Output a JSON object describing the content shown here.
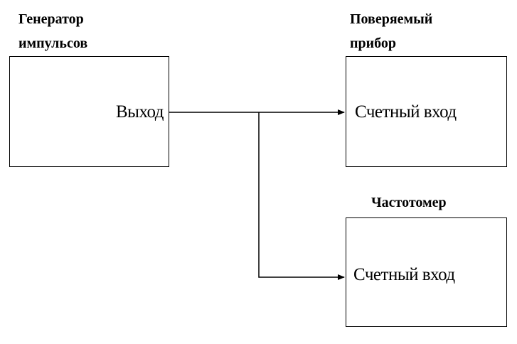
{
  "generator": {
    "title_line1": "Генератор",
    "title_line2": "импульсов",
    "port": "Выход"
  },
  "device": {
    "title_line1": "Поверяемый",
    "title_line2": "прибор",
    "port": "Счетный вход"
  },
  "counter": {
    "title": "Частотомер",
    "port": "Счетный вход"
  }
}
